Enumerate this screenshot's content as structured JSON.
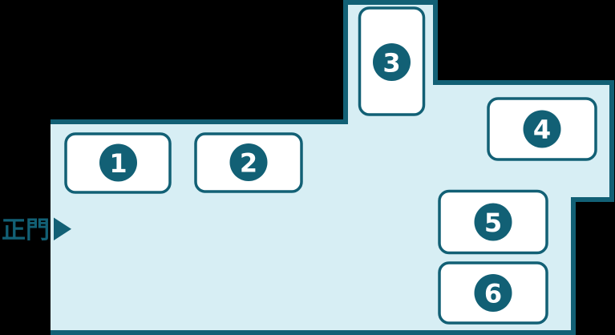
{
  "map": {
    "gate": {
      "label": "正門",
      "arrow_icon": "right-triangle-arrow"
    },
    "rooms": [
      {
        "number": "1"
      },
      {
        "number": "2"
      },
      {
        "number": "3"
      },
      {
        "number": "4"
      },
      {
        "number": "5"
      },
      {
        "number": "6"
      }
    ],
    "colors": {
      "background": "#000000",
      "area_fill": "#d7eef4",
      "outline": "#126075",
      "room_fill": "#ffffff",
      "badge_fill": "#126075",
      "badge_text": "#ffffff"
    }
  }
}
